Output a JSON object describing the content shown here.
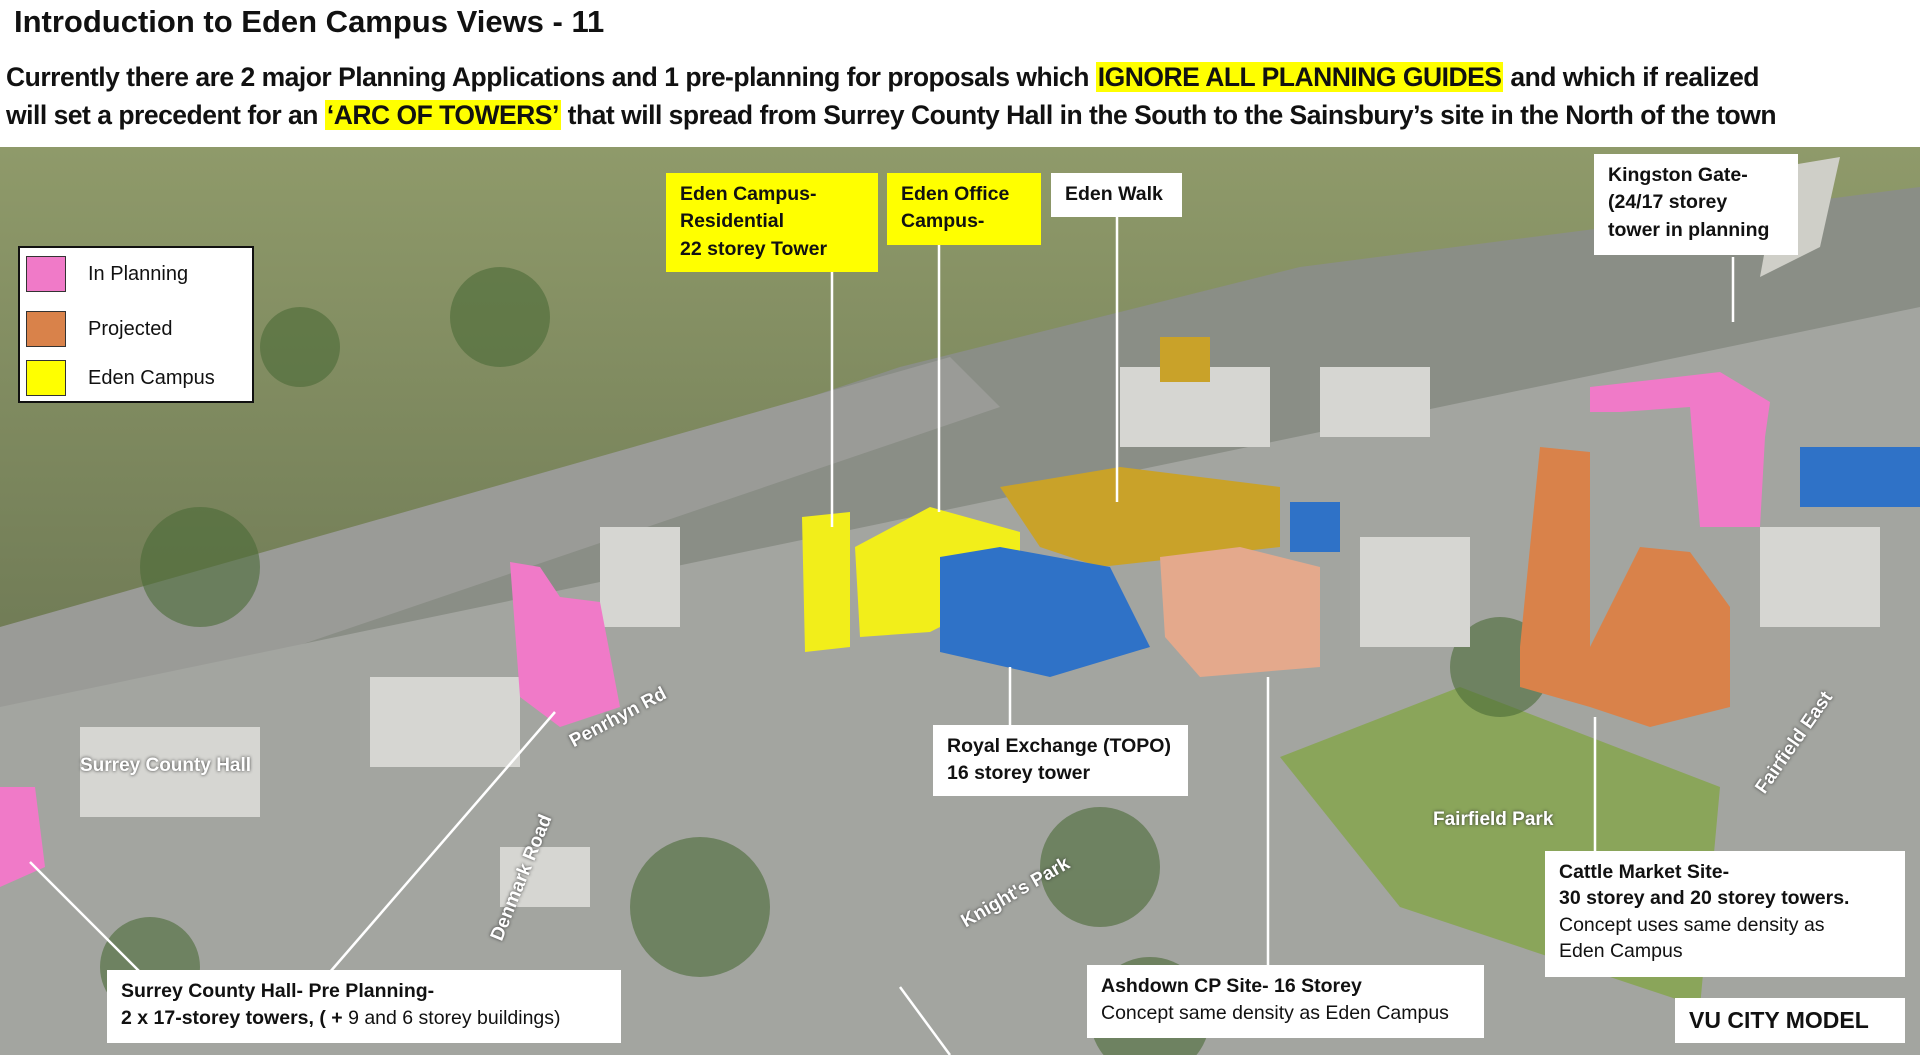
{
  "title": "Introduction to Eden Campus Views - 11",
  "subtitle": {
    "line1_a": "Currently there are 2 major Planning Applications  and 1 pre-planning for proposals which ",
    "line1_hl": "IGNORE ALL PLANNING GUIDES",
    "line1_b": " and which if realized",
    "line2_a": "will set a precedent for an ",
    "line2_hl": "‘ARC OF TOWERS’",
    "line2_b": " that will spread from Surrey County Hall in the South to the Sainsbury’s site in the North of the town"
  },
  "legend": [
    {
      "label": "In Planning",
      "color": "#f07ac8"
    },
    {
      "label": "Projected",
      "color": "#d9824a"
    },
    {
      "label": "Eden Campus",
      "color": "#ffff00"
    }
  ],
  "labels": {
    "eden_res": [
      "Eden Campus-",
      "Residential",
      "22 storey Tower"
    ],
    "eden_office": [
      "Eden Office",
      "Campus-"
    ],
    "eden_walk": "Eden Walk",
    "kingston": [
      "Kingston Gate-",
      "(24/17 storey",
      "tower in planning"
    ],
    "royal": [
      "Royal Exchange (TOPO)",
      "16 storey tower"
    ],
    "cattle": [
      "Cattle Market Site-",
      "30 storey and 20 storey towers.",
      "Concept uses same density as",
      "Eden Campus"
    ],
    "ashdown": [
      "Ashdown CP Site- 16 Storey",
      "Concept same density as Eden Campus"
    ],
    "surrey": [
      "Surrey County Hall-  Pre Planning-",
      "2 x 17-storey towers, ( + ",
      "9 and 6 storey buildings)"
    ],
    "vu": "VU CITY MODEL"
  },
  "map_labels": {
    "surrey_hall": "Surrey County Hall",
    "penrhyn": "Penrhyn Rd",
    "denmark": "Denmark Road",
    "knights": "Knight's Park",
    "fairfield_park": "Fairfield Park",
    "fairfield_east": "Fairfield East"
  }
}
